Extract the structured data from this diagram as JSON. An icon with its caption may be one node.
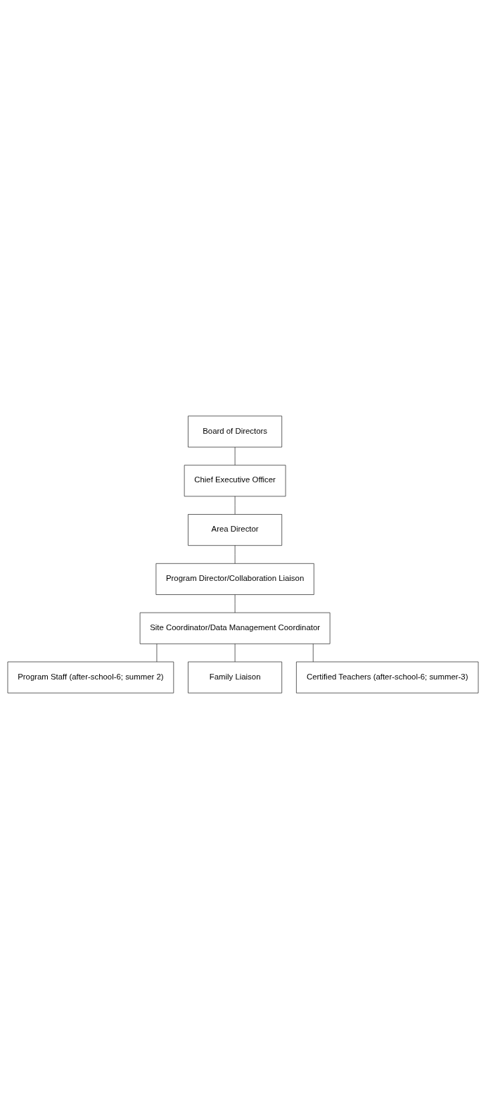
{
  "diagram": {
    "nodes": [
      {
        "text": [
          "Board of Directors"
        ]
      },
      {
        "text": [
          "Chief Executive Officer"
        ]
      },
      {
        "text": [
          "Area Director"
        ]
      },
      {
        "text": [
          "Program Director/Collaboration Liaison"
        ]
      },
      {
        "text": [
          "Site Coordinator/Data Management Coordinator"
        ]
      },
      {
        "text": [
          "Program Staff (after-school-6; summer 2)"
        ]
      },
      {
        "text": [
          "Family Liaison"
        ]
      },
      {
        "text": [
          "Certified Teachers (after-school-6; summer-3)"
        ]
      }
    ],
    "edges": [
      {
        "from": 0,
        "to": 1,
        "arrow": "none"
      },
      {
        "from": 1,
        "to": 2,
        "arrow": "none"
      },
      {
        "from": 2,
        "to": 3,
        "arrow": "none"
      },
      {
        "from": 3,
        "to": 4,
        "arrow": "none"
      },
      {
        "from": 4,
        "to": 5,
        "arrow": "none"
      },
      {
        "from": 4,
        "to": 6,
        "arrow": "none"
      },
      {
        "from": 4,
        "to": 7,
        "arrow": "none"
      }
    ]
  }
}
